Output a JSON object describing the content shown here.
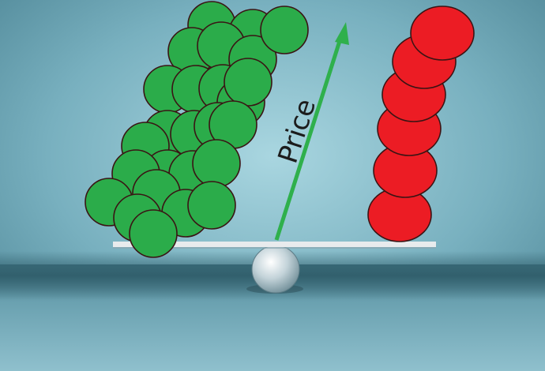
{
  "scene": {
    "axis_label": "Price",
    "colors": {
      "background_center": "#a6d3de",
      "background_edge": "#4f8797",
      "floor": "#6aa2b1",
      "horizon_band": "#2f5e6b",
      "beam": "#e7eaec",
      "fulcrum": "#c9d6dc",
      "arrow": "#2fb04c",
      "green_ball": "#2bac4a",
      "red_ball": "#ec1c24",
      "ball_outline": "#3a1414"
    },
    "icons": [
      "green-ball-stack",
      "red-ball-stack",
      "up-arrow",
      "fulcrum-ball",
      "balance-beam"
    ]
  }
}
